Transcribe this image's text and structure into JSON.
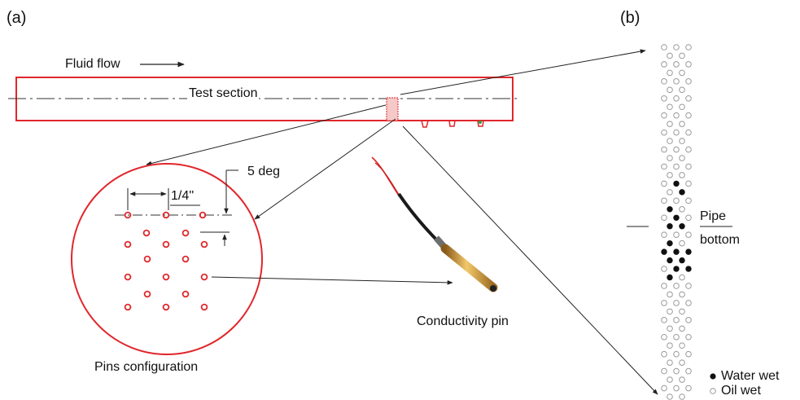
{
  "panels": {
    "a_label": "(a)",
    "b_label": "(b)"
  },
  "test_section": {
    "flow_label": "Fluid flow",
    "section_label": "Test section"
  },
  "pins_detail": {
    "spacing_label": "1/4''",
    "angle_label": "5 deg",
    "caption": "Pins configuration"
  },
  "probe": {
    "caption": "Conductivity pin"
  },
  "wetting_map": {
    "position_label_line1": "Pipe",
    "position_label_line2": "bottom",
    "legend": [
      {
        "label": "Water wet",
        "marker": "filled-circle"
      },
      {
        "label": "Oil wet",
        "marker": "open-circle"
      }
    ],
    "column_states": [
      [
        "oil",
        "oil",
        "oil"
      ],
      [
        "oil",
        "oil"
      ],
      [
        "oil",
        "oil",
        "oil"
      ],
      [
        "oil",
        "oil"
      ],
      [
        "oil",
        "oil",
        "oil"
      ],
      [
        "oil",
        "oil"
      ],
      [
        "oil",
        "oil",
        "oil"
      ],
      [
        "oil",
        "oil"
      ],
      [
        "oil",
        "oil",
        "oil"
      ],
      [
        "oil",
        "oil"
      ],
      [
        "oil",
        "oil",
        "oil"
      ],
      [
        "oil",
        "oil"
      ],
      [
        "oil",
        "oil",
        "oil"
      ],
      [
        "oil",
        "oil"
      ],
      [
        "oil",
        "oil",
        "oil"
      ],
      [
        "oil",
        "oil"
      ],
      [
        "oil",
        "water",
        "oil"
      ],
      [
        "oil",
        "water"
      ],
      [
        "oil",
        "oil",
        "oil"
      ],
      [
        "water",
        "oil"
      ],
      [
        "oil",
        "water",
        "oil"
      ],
      [
        "water",
        "water"
      ],
      [
        "oil",
        "oil",
        "oil"
      ],
      [
        "water",
        "oil"
      ],
      [
        "water",
        "water",
        "water"
      ],
      [
        "water",
        "water"
      ],
      [
        "oil",
        "water",
        "water"
      ],
      [
        "water",
        "oil"
      ],
      [
        "oil",
        "oil",
        "oil"
      ],
      [
        "oil",
        "oil"
      ],
      [
        "oil",
        "oil",
        "oil"
      ],
      [
        "oil",
        "oil"
      ],
      [
        "oil",
        "oil",
        "oil"
      ],
      [
        "oil",
        "oil"
      ],
      [
        "oil",
        "oil",
        "oil"
      ],
      [
        "oil",
        "oil"
      ],
      [
        "oil",
        "oil",
        "oil"
      ],
      [
        "oil",
        "oil"
      ],
      [
        "oil",
        "oil",
        "oil"
      ],
      [
        "oil",
        "oil"
      ],
      [
        "oil",
        "oil",
        "oil"
      ],
      [
        "oil",
        "oil"
      ]
    ]
  },
  "colors": {
    "pipe": "#e0262b",
    "pins": "#e0262b",
    "water_wet": "#111111",
    "oil_wet": "#9a9a9a"
  }
}
